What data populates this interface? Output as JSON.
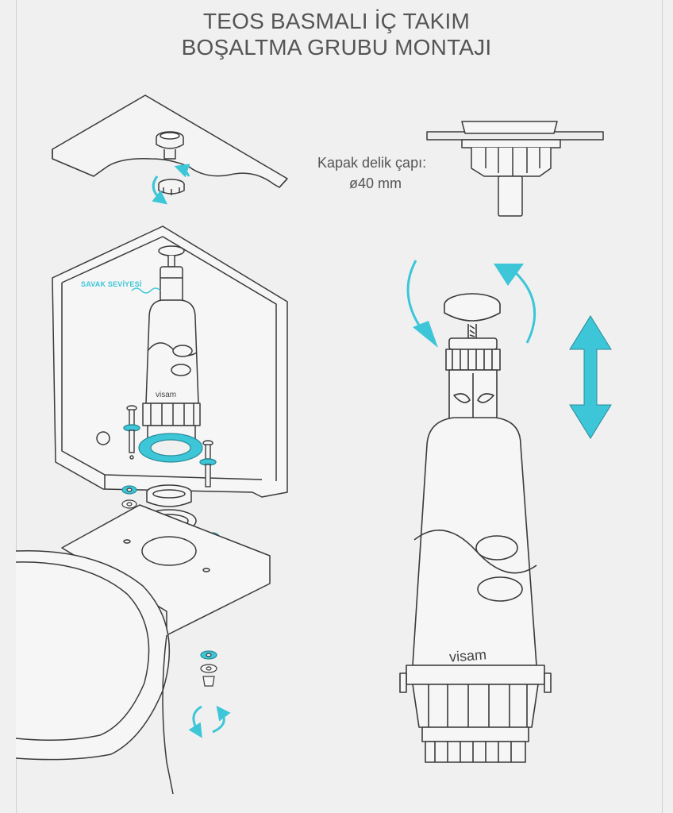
{
  "title": {
    "line1": "TEOS BASMALI İÇ TAKIM",
    "line2": "BOŞALTMA GRUBU MONTAJI"
  },
  "hole_note": {
    "line1": "Kapak delik çapı:",
    "line2": "ø40 mm"
  },
  "water_level_label": "SAVAK SEVİYESİ",
  "brand": "visam",
  "colors": {
    "accent": "#3cc6d8",
    "line": "#3a3a3a",
    "background": "#f0f0f0",
    "text": "#555555"
  }
}
